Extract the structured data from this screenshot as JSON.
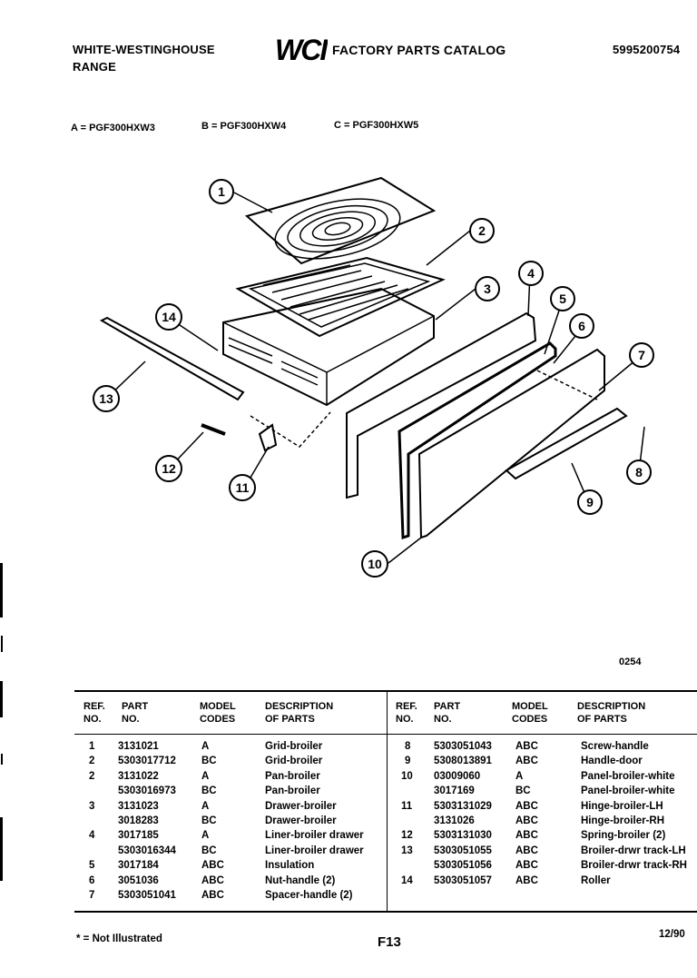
{
  "header": {
    "brand_line1": "WHITE-WESTINGHOUSE",
    "brand_line2": "RANGE",
    "logo_text": "WCI",
    "catalog_title": "FACTORY PARTS CATALOG",
    "catalog_number": "5995200754"
  },
  "models": {
    "a": "A = PGF300HXW3",
    "b": "B = PGF300HXW4",
    "c": "C = PGF300HXW5"
  },
  "diagram": {
    "callouts": [
      "1",
      "2",
      "3",
      "4",
      "5",
      "6",
      "7",
      "8",
      "9",
      "10",
      "11",
      "12",
      "13",
      "14"
    ],
    "figure_code": "0254"
  },
  "table": {
    "headers": {
      "ref_no": "REF.\nNO.",
      "part_no": "PART\nNO.",
      "model_codes": "MODEL\nCODES",
      "description": "DESCRIPTION\nOF PARTS"
    },
    "left_rows": [
      {
        "ref": "1",
        "part": "3131021",
        "code": "A",
        "desc": "Grid-broiler"
      },
      {
        "ref": "2",
        "part": "5303017712",
        "code": "BC",
        "desc": "Grid-broiler"
      },
      {
        "ref": "2",
        "part": "3131022",
        "code": "A",
        "desc": "Pan-broiler"
      },
      {
        "ref": "",
        "part": "5303016973",
        "code": "BC",
        "desc": "Pan-broiler"
      },
      {
        "ref": "3",
        "part": "3131023",
        "code": "A",
        "desc": "Drawer-broiler"
      },
      {
        "ref": "",
        "part": "3018283",
        "code": "BC",
        "desc": "Drawer-broiler"
      },
      {
        "ref": "4",
        "part": "3017185",
        "code": "A",
        "desc": "Liner-broiler drawer"
      },
      {
        "ref": "",
        "part": "5303016344",
        "code": "BC",
        "desc": "Liner-broiler drawer"
      },
      {
        "ref": "5",
        "part": "3017184",
        "code": "ABC",
        "desc": "Insulation"
      },
      {
        "ref": "6",
        "part": "3051036",
        "code": "ABC",
        "desc": "Nut-handle (2)"
      },
      {
        "ref": "7",
        "part": "5303051041",
        "code": "ABC",
        "desc": "Spacer-handle (2)"
      }
    ],
    "right_rows": [
      {
        "ref": "8",
        "part": "5303051043",
        "code": "ABC",
        "desc": "Screw-handle"
      },
      {
        "ref": "9",
        "part": "5308013891",
        "code": "ABC",
        "desc": "Handle-door"
      },
      {
        "ref": "10",
        "part": "03009060",
        "code": "A",
        "desc": "Panel-broiler-white"
      },
      {
        "ref": "",
        "part": "3017169",
        "code": "BC",
        "desc": "Panel-broiler-white"
      },
      {
        "ref": "11",
        "part": "5303131029",
        "code": "ABC",
        "desc": "Hinge-broiler-LH"
      },
      {
        "ref": "",
        "part": "3131026",
        "code": "ABC",
        "desc": "Hinge-broiler-RH"
      },
      {
        "ref": "12",
        "part": "5303131030",
        "code": "ABC",
        "desc": "Spring-broiler (2)"
      },
      {
        "ref": "13",
        "part": "5303051055",
        "code": "ABC",
        "desc": "Broiler-drwr track-LH"
      },
      {
        "ref": "",
        "part": "5303051056",
        "code": "ABC",
        "desc": "Broiler-drwr track-RH"
      },
      {
        "ref": "14",
        "part": "5303051057",
        "code": "ABC",
        "desc": "Roller"
      }
    ]
  },
  "footer": {
    "note": "* = Not Illustrated",
    "page": "F13",
    "date": "12/90"
  }
}
